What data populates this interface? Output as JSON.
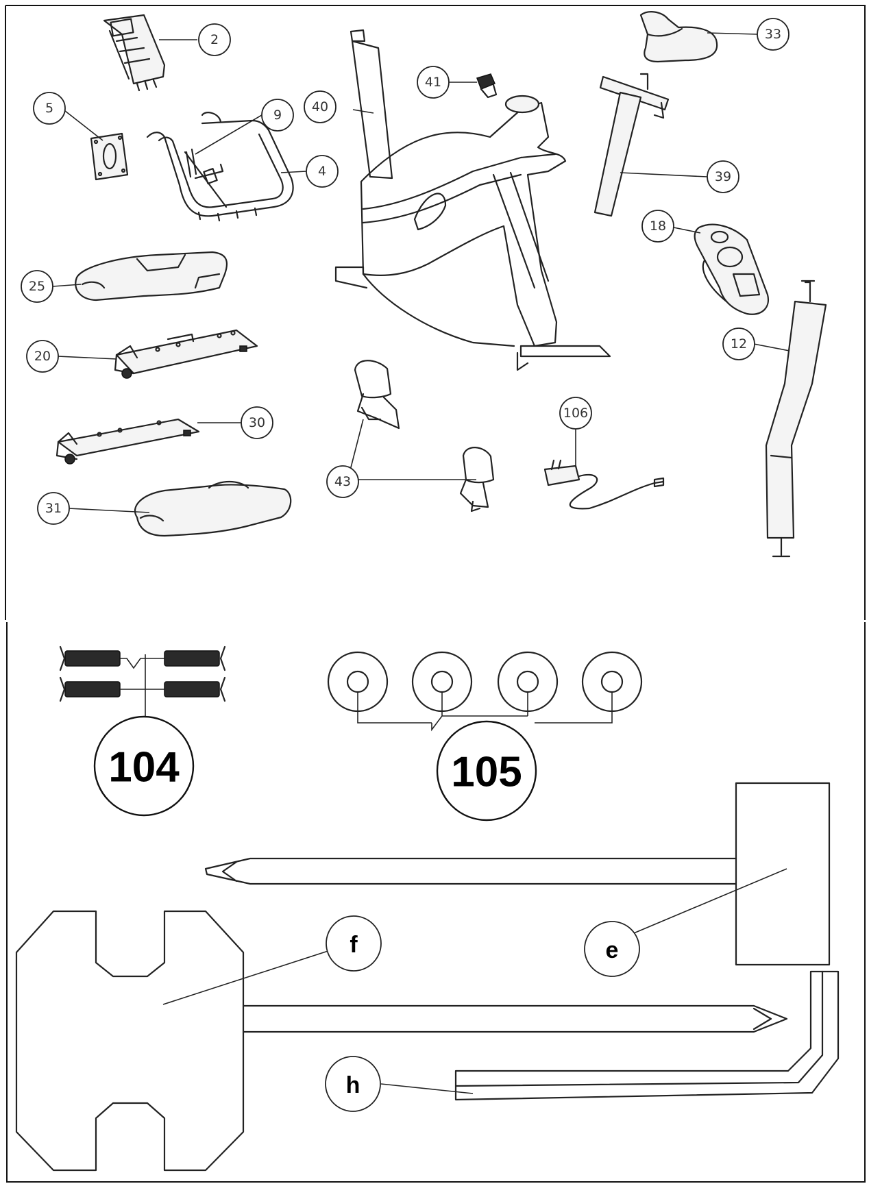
{
  "callouts": {
    "c2": "2",
    "c5": "5",
    "c9": "9",
    "c4": "4",
    "c40": "40",
    "c41": "41",
    "c33": "33",
    "c39": "39",
    "c18": "18",
    "c12": "12",
    "c25": "25",
    "c20": "20",
    "c30": "30",
    "c31": "31",
    "c43": "43",
    "c106": "106"
  },
  "hardware": {
    "c104": "104",
    "c105": "105"
  },
  "tools": {
    "e": "e",
    "f": "f",
    "h": "h"
  },
  "colors": {
    "line": "#222222",
    "background": "#ffffff"
  }
}
